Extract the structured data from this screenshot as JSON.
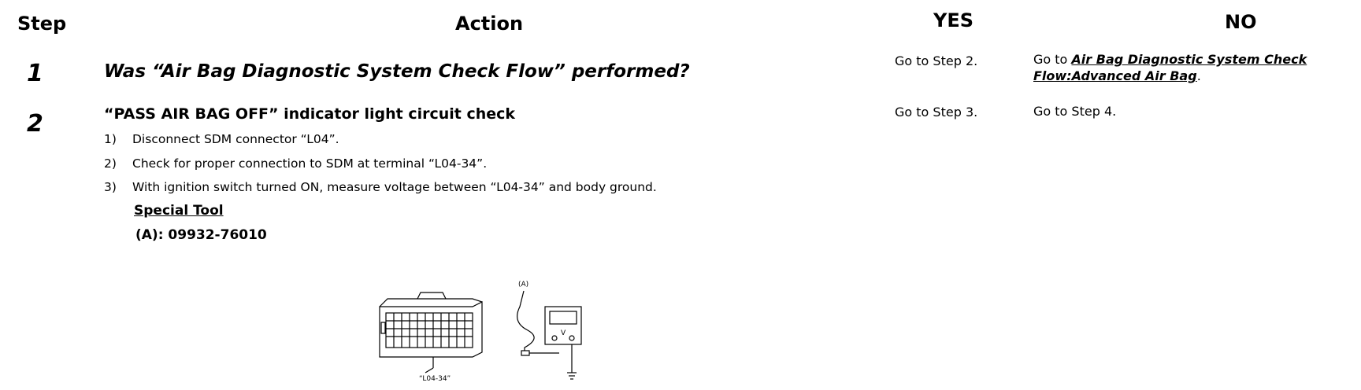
{
  "headers": {
    "step": "Step",
    "action": "Action",
    "yes": "YES",
    "no": "NO"
  },
  "steps": [
    {
      "number": "1",
      "action": "Was “Air Bag Diagnostic System Check Flow” performed?",
      "yes": "Go to Step 2.",
      "no_prefix": "Go to ",
      "no_link_line1": "Air Bag Diagnostic System Check",
      "no_link_line2": "Flow:Advanced Air Bag",
      "no_suffix": "."
    },
    {
      "number": "2",
      "title": "“PASS AIR BAG OFF” indicator light circuit check",
      "substeps": [
        {
          "n": "1)",
          "text": "Disconnect SDM connector “L04”."
        },
        {
          "n": "2)",
          "text": "Check for proper connection to SDM at terminal “L04-34”."
        },
        {
          "n": "3)",
          "text": "With ignition switch turned ON, measure voltage between “L04-34” and body ground."
        }
      ],
      "special_tool_label": "Special Tool",
      "special_tool_value": "(A): 09932-76010",
      "yes": "Go to Step 3.",
      "no": "Go to Step 4."
    }
  ],
  "diagram": {
    "tool_label": "(A)",
    "meter_label": "V",
    "terminal_label": "“L04-34”"
  }
}
